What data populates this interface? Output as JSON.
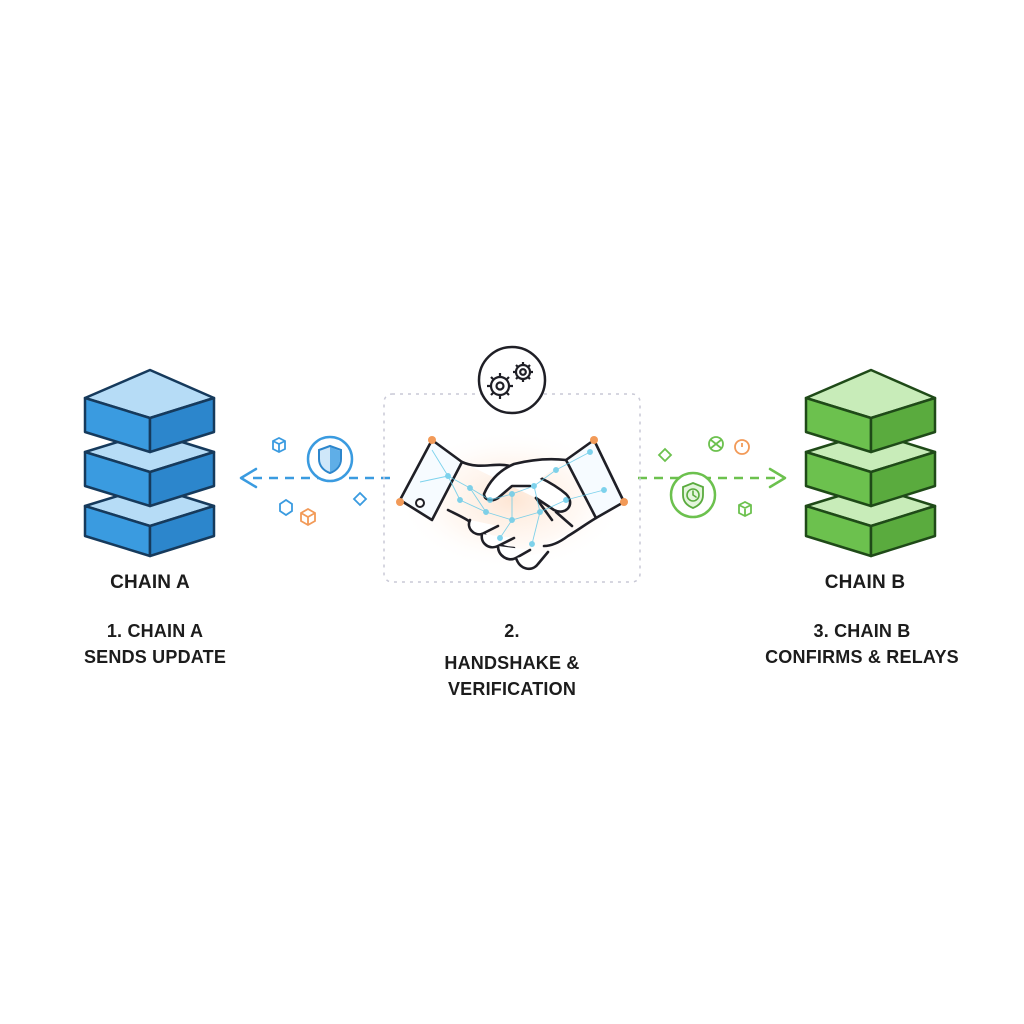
{
  "chain_a": {
    "title": "CHAIN A",
    "step_number": "1. CHAIN A",
    "step_text": "SENDS UPDATE",
    "color": "#3a9be0",
    "light_color": "#b6dcf6",
    "dark_outline": "#163a5c"
  },
  "handshake": {
    "step_number": "2.",
    "step_line1": "HANDSHAKE &",
    "step_line2": "VERIFICATION",
    "accent_orange": "#f29a58",
    "accent_teal": "#5fc8e8"
  },
  "chain_b": {
    "title": "CHAIN B",
    "step_number": "3. CHAIN B",
    "step_text": "CONFIRMS & RELAYS",
    "color": "#6cc14e",
    "light_color": "#c8ecb9",
    "dark_outline": "#1f4a18"
  },
  "icons": {
    "left_badge": "shield-icon",
    "right_badge": "clock-icon",
    "top_badge": "gears-icon",
    "center": "handshake-icon"
  }
}
